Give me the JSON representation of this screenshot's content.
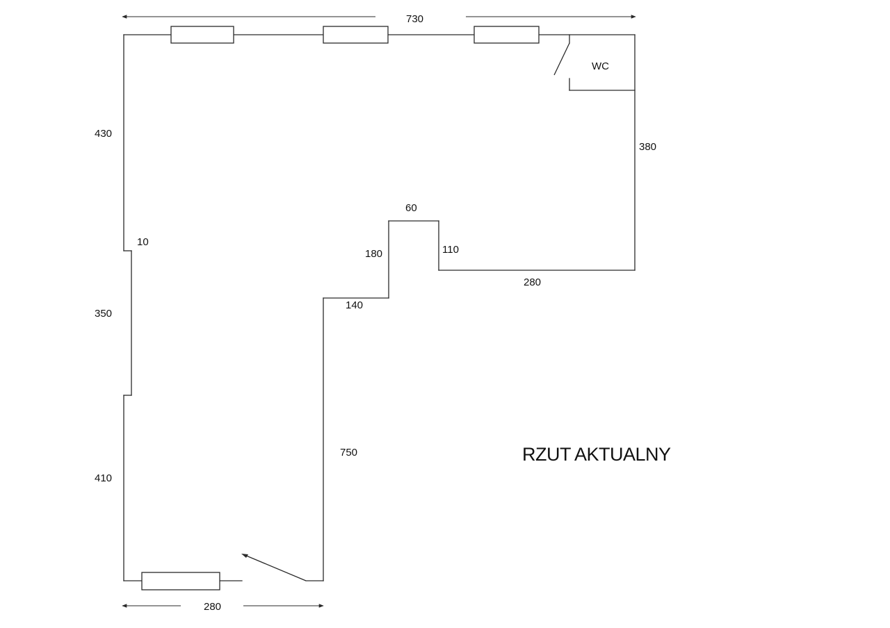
{
  "plan": {
    "title": "RZUT AKTUALNY",
    "room_label": "WC",
    "dimensions": {
      "top_width": "730",
      "left_upper": "430",
      "left_offset": "10",
      "left_middle": "350",
      "left_lower": "410",
      "right_upper": "380",
      "notch_top": "60",
      "notch_left": "180",
      "notch_right": "110",
      "right_bottom": "280",
      "step": "140",
      "inner_lower": "750",
      "bottom_width": "280"
    }
  }
}
